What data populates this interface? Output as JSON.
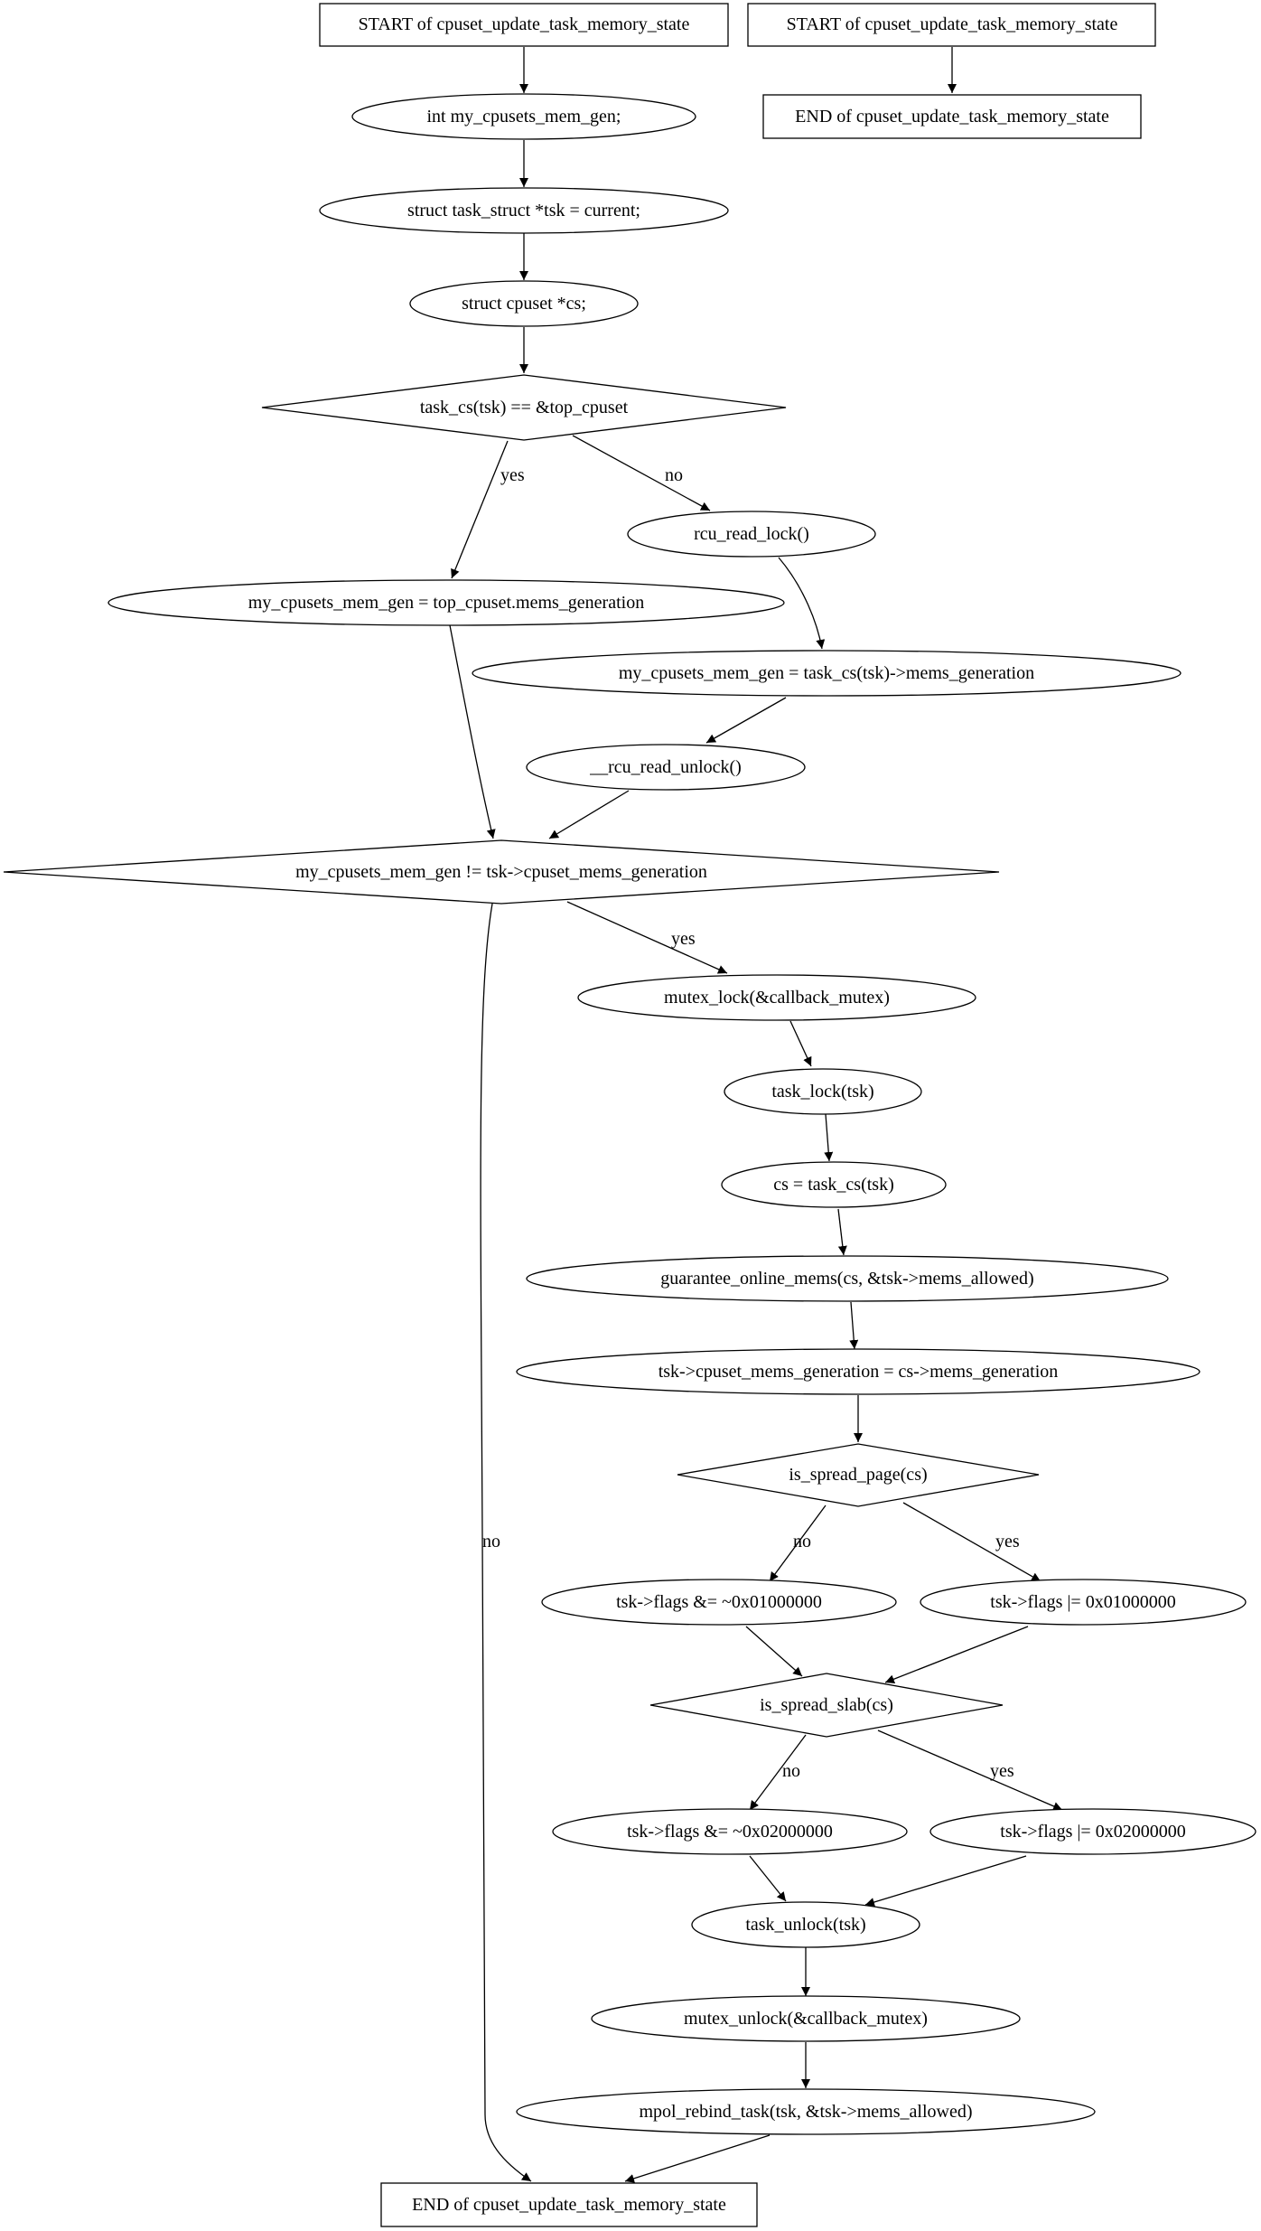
{
  "nodes": {
    "start_main": "START of cpuset_update_task_memory_state",
    "start_side": "START of cpuset_update_task_memory_state",
    "end_side": "END of cpuset_update_task_memory_state",
    "decl_gen": "int my_cpusets_mem_gen;",
    "decl_tsk": "struct task_struct *tsk = current;",
    "decl_cs": "struct cpuset *cs;",
    "cond_top": "task_cs(tsk) == &top_cpuset",
    "rcu_lock": "rcu_read_lock()",
    "gen_top": "my_cpusets_mem_gen = top_cpuset.mems_generation",
    "gen_task": "my_cpusets_mem_gen = task_cs(tsk)->mems_generation",
    "rcu_unlock": "__rcu_read_unlock()",
    "cond_gen": "my_cpusets_mem_gen != tsk->cpuset_mems_generation",
    "mutex_lock": "mutex_lock(&callback_mutex)",
    "task_lock": "task_lock(tsk)",
    "cs_assign": "cs = task_cs(tsk)",
    "guarantee": "guarantee_online_mems(cs, &tsk->mems_allowed)",
    "gen_update": "tsk->cpuset_mems_generation = cs->mems_generation",
    "cond_page": "is_spread_page(cs)",
    "flags_clear1": "tsk->flags &= ~0x01000000",
    "flags_set1": "tsk->flags |= 0x01000000",
    "cond_slab": "is_spread_slab(cs)",
    "flags_clear2": "tsk->flags &= ~0x02000000",
    "flags_set2": "tsk->flags |= 0x02000000",
    "task_unlock": "task_unlock(tsk)",
    "mutex_unlock": "mutex_unlock(&callback_mutex)",
    "rebind": "mpol_rebind_task(tsk, &tsk->mems_allowed)",
    "end_main": "END of cpuset_update_task_memory_state"
  },
  "edge_labels": {
    "yes": "yes",
    "no": "no"
  },
  "colors": {
    "mutex_lock_fill": "#add8e6",
    "mutex_unlock_fill": "#ffff00"
  }
}
